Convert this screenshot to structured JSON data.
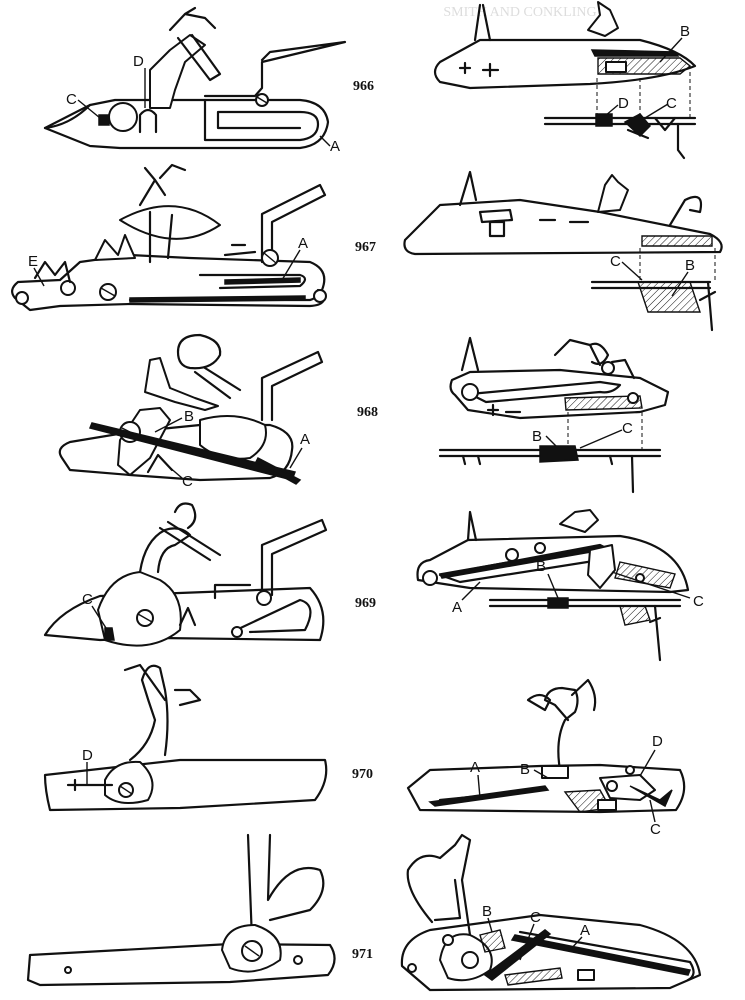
{
  "header_fragment": "SMITH AND CONKLING",
  "figures": [
    {
      "number": "966",
      "left_labels": [
        "C",
        "D",
        "A"
      ],
      "right_labels": [
        "B",
        "D",
        "C"
      ]
    },
    {
      "number": "967",
      "left_labels": [
        "E",
        "A"
      ],
      "right_labels": [
        "C",
        "B"
      ]
    },
    {
      "number": "968",
      "left_labels": [
        "B",
        "C",
        "A"
      ],
      "right_labels": [
        "B",
        "C"
      ]
    },
    {
      "number": "969",
      "left_labels": [
        "C"
      ],
      "right_labels": [
        "A",
        "B",
        "C"
      ]
    },
    {
      "number": "970",
      "left_labels": [
        "D"
      ],
      "right_labels": [
        "A",
        "B",
        "D",
        "C"
      ]
    },
    {
      "number": "971",
      "left_labels": [],
      "right_labels": [
        "B",
        "C",
        "A"
      ]
    }
  ]
}
